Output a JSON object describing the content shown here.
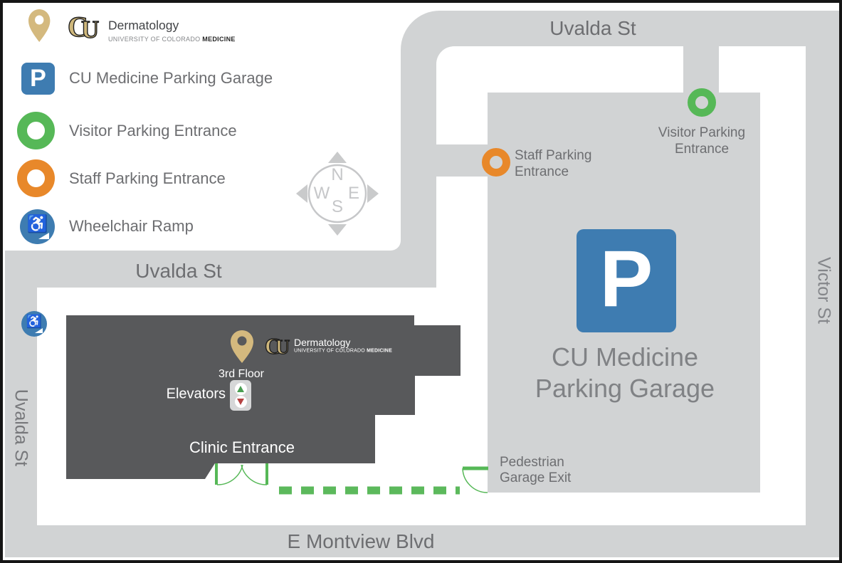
{
  "colors": {
    "road_gray": "#d1d3d4",
    "building_gray": "#58595b",
    "parking_blue": "#3e7cb1",
    "visitor_green": "#56b857",
    "staff_orange": "#e8882a",
    "cu_gold": "#cfb87c",
    "pin_gold": "#d4b97e",
    "label_gray": "#6d6e71",
    "muted_gray": "#808285",
    "compass_gray": "#c6c7c9",
    "path_green": "#5cb95c",
    "elevator_up_green": "#4a9e52",
    "elevator_down_red": "#b64343"
  },
  "cu_logo": {
    "letter_c": "C",
    "letter_u": "U"
  },
  "legend": {
    "brand": {
      "name": "Dermatology",
      "org_university": "UNIVERSITY OF COLORADO",
      "org_medicine": "MEDICINE"
    },
    "parking_sign": "P",
    "items": [
      {
        "label": "CU Medicine Parking Garage"
      },
      {
        "label": "Visitor Parking Entrance"
      },
      {
        "label": "Staff Parking Entrance"
      },
      {
        "label": "Wheelchair Ramp"
      }
    ]
  },
  "streets": {
    "uvalda_top": "Uvalda St",
    "uvalda_middle": "Uvalda St",
    "uvalda_left": "Uvalda St",
    "victor": "Victor St",
    "montview": "E Montview Blvd"
  },
  "compass": {
    "north": "N",
    "west": "W",
    "east": "E",
    "south": "S"
  },
  "garage": {
    "sign": "P",
    "name_line1": "CU Medicine",
    "name_line2": "Parking Garage"
  },
  "building": {
    "pin_caption": "3rd Floor",
    "brand": "Dermatology",
    "org_university": "UNIVERSITY OF COLORADO",
    "org_medicine": "MEDICINE",
    "elevators_label": "Elevators",
    "entrance_label": "Clinic Entrance"
  },
  "map_annotations": {
    "visitor_line1": "Visitor Parking",
    "visitor_line2": "Entrance",
    "staff_line1": "Staff Parking",
    "staff_line2": "Entrance",
    "pedestrian_line1": "Pedestrian",
    "pedestrian_line2": "Garage Exit"
  }
}
